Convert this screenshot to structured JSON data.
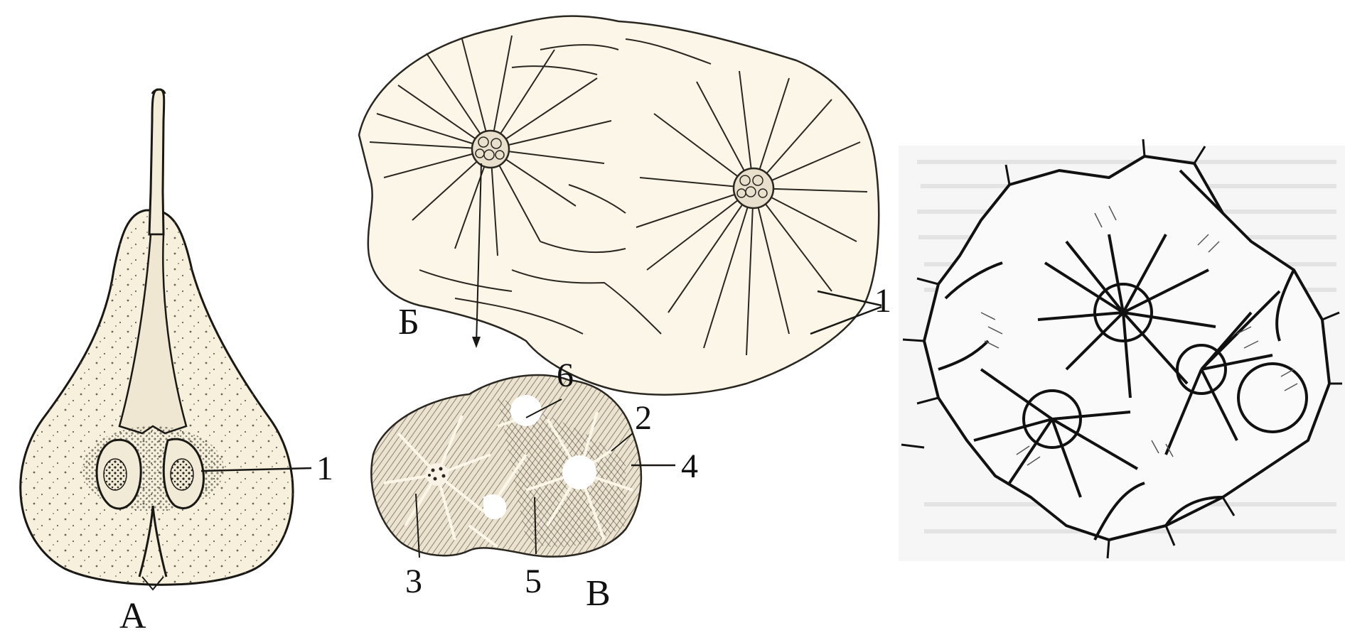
{
  "labels": {
    "panel_a": "А",
    "panel_b": "Б",
    "panel_c": "В",
    "n1_pear": "1",
    "n1_b": "1",
    "n2": "2",
    "n3": "3",
    "n4": "4",
    "n5": "5",
    "n6": "6"
  },
  "colors": {
    "ink": "#141414",
    "paper": "#f7f1e1",
    "shade": "#d8d0c0",
    "ghost_text": "#e4e4e4"
  },
  "icons": [
    "pear-fruit-section",
    "stone-cell-cluster-drawing",
    "stone-cell-cross-section",
    "sclereid-network-drawing"
  ]
}
